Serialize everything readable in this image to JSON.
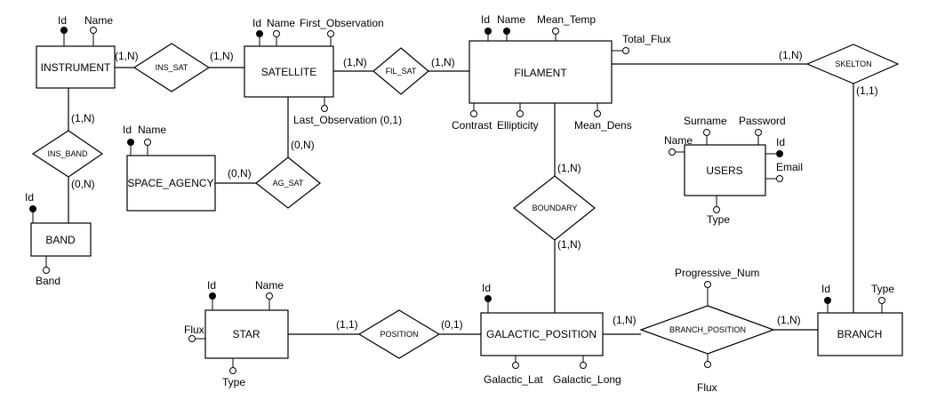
{
  "entities": {
    "instrument": "INSTRUMENT",
    "satellite": "SATELLITE",
    "filament": "FILAMENT",
    "space_agency": "SPACE_AGENCY",
    "band": "BAND",
    "users": "USERS",
    "star": "STAR",
    "galactic_position": "GALACTIC_POSITION",
    "branch": "BRANCH"
  },
  "relationships": {
    "ins_sat": "INS_SAT",
    "fil_sat": "FIL_SAT",
    "skelton": "SKELTON",
    "ins_band": "INS_BAND",
    "ag_sat": "AG_SAT",
    "boundary": "BOUNDARY",
    "position": "POSITION",
    "branch_position": "BRANCH_POSITION"
  },
  "attributes": {
    "instrument_id": "Id",
    "instrument_name": "Name",
    "satellite_id": "Id",
    "satellite_name": "Name",
    "satellite_first_observation": "First_Observation",
    "satellite_last_observation": "Last_Observation (0,1)",
    "filament_id": "Id",
    "filament_name": "Name",
    "filament_mean_temp": "Mean_Temp",
    "filament_total_flux": "Total_Flux",
    "filament_contrast": "Contrast",
    "filament_ellipticity": "Ellipticity",
    "filament_mean_dens": "Mean_Dens",
    "space_agency_id": "Id",
    "space_agency_name": "Name",
    "band_id": "Id",
    "band_band": "Band",
    "users_name": "Name",
    "users_surname": "Surname",
    "users_password": "Password",
    "users_id": "Id",
    "users_email": "Email",
    "users_type": "Type",
    "star_id": "Id",
    "star_name": "Name",
    "star_flux": "Flux",
    "star_type": "Type",
    "galactic_position_id": "Id",
    "galactic_position_lat": "Galactic_Lat",
    "galactic_position_long": "Galactic_Long",
    "branch_position_progressive_num": "Progressive_Num",
    "branch_position_flux": "Flux",
    "branch_id": "Id",
    "branch_type": "Type"
  },
  "cardinalities": {
    "instrument_ins_sat": "(1,N)",
    "satellite_ins_sat": "(1,N)",
    "satellite_fil_sat": "(1,N)",
    "filament_fil_sat": "(1,N)",
    "filament_skelton": "(1,N)",
    "branch_skelton": "(1,1)",
    "instrument_ins_band": "(1,N)",
    "band_ins_band": "(0,N)",
    "satellite_ag_sat": "(0,N)",
    "space_agency_ag_sat": "(0,N)",
    "filament_boundary": "(1,N)",
    "galactic_position_boundary": "(1,N)",
    "star_position": "(1,1)",
    "galactic_position_position": "(0,1)",
    "galactic_position_branch_position": "(1,N)",
    "branch_branch_position": "(1,N)"
  }
}
